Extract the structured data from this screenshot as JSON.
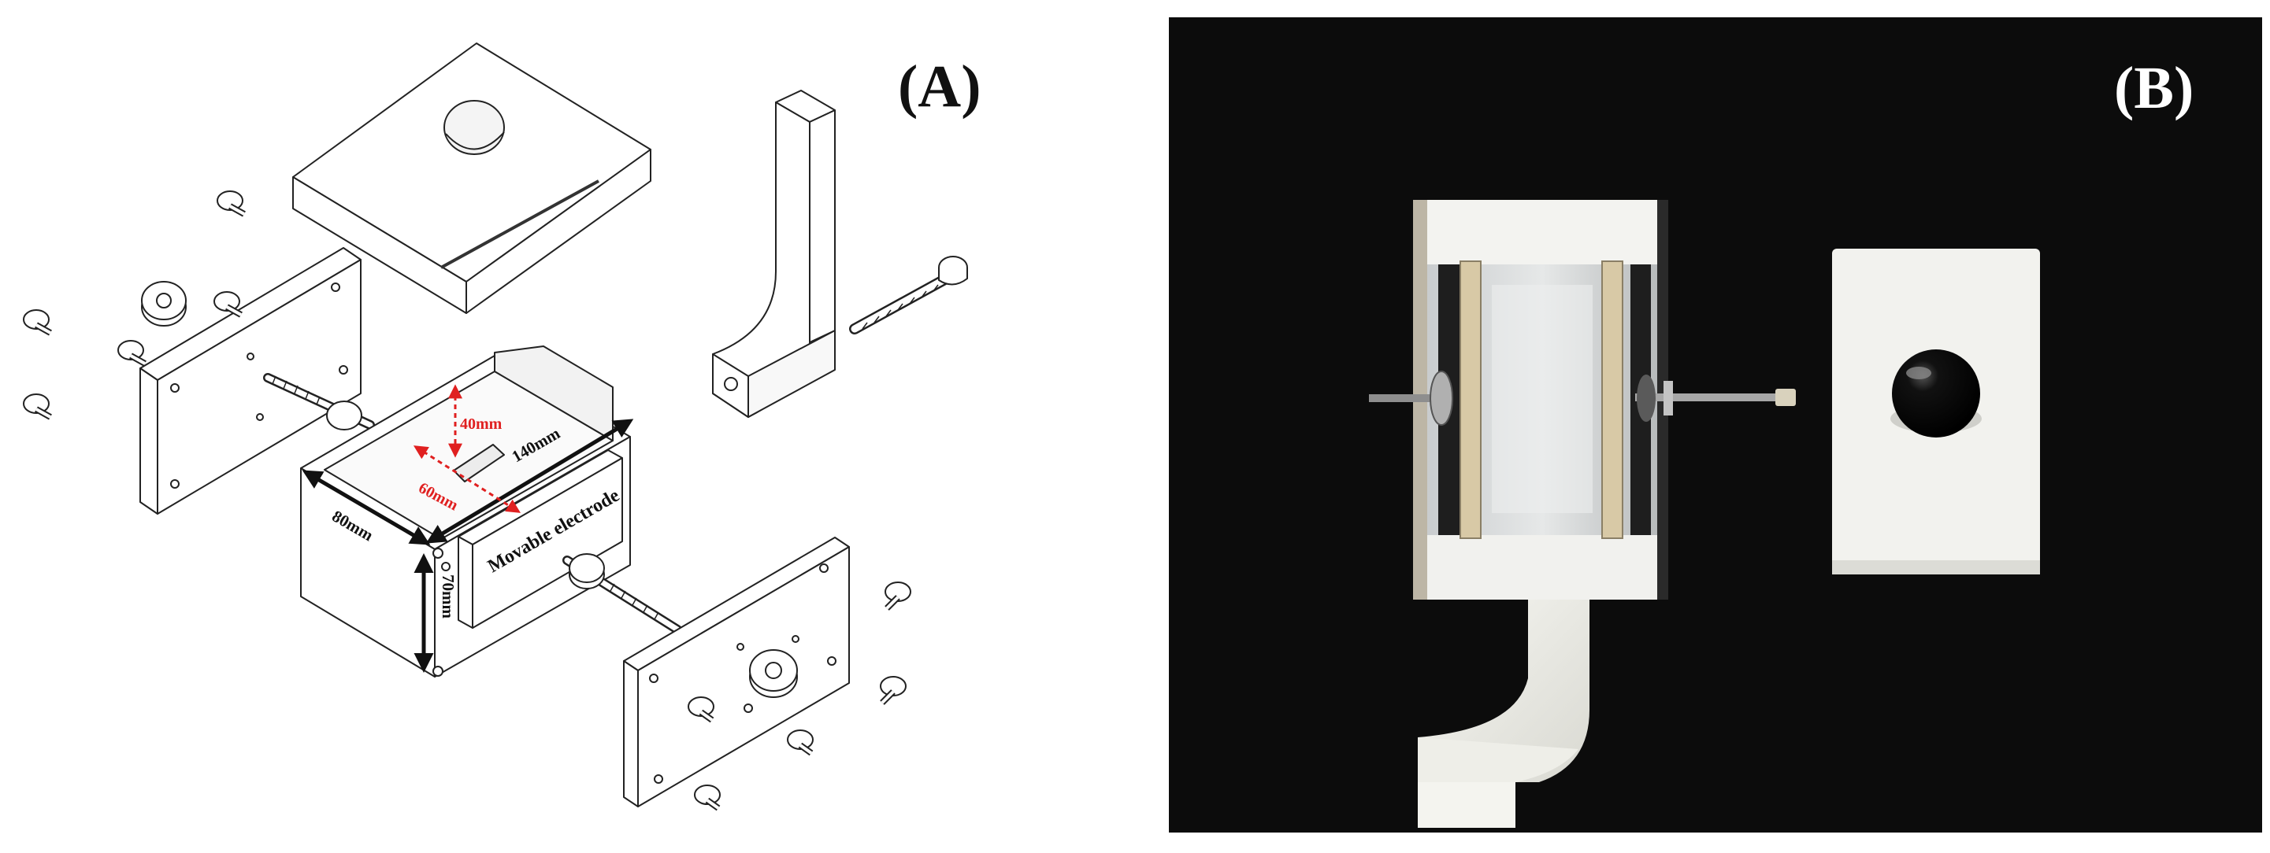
{
  "panels": [
    {
      "label": "(A)"
    },
    {
      "label": "(B)"
    }
  ],
  "dimensions": {
    "length": "140mm",
    "width": "80mm",
    "height": "70mm",
    "inner_height": "40mm",
    "inner_depth": "60mm"
  },
  "parts": {
    "movable_electrode": "Movable electrode"
  },
  "colors": {
    "dimension_arrow": "#e02020",
    "photo_background": "#0c0c0c",
    "ptfe_white": "#f2f2ee",
    "black_ball": "#0a0a0a"
  }
}
